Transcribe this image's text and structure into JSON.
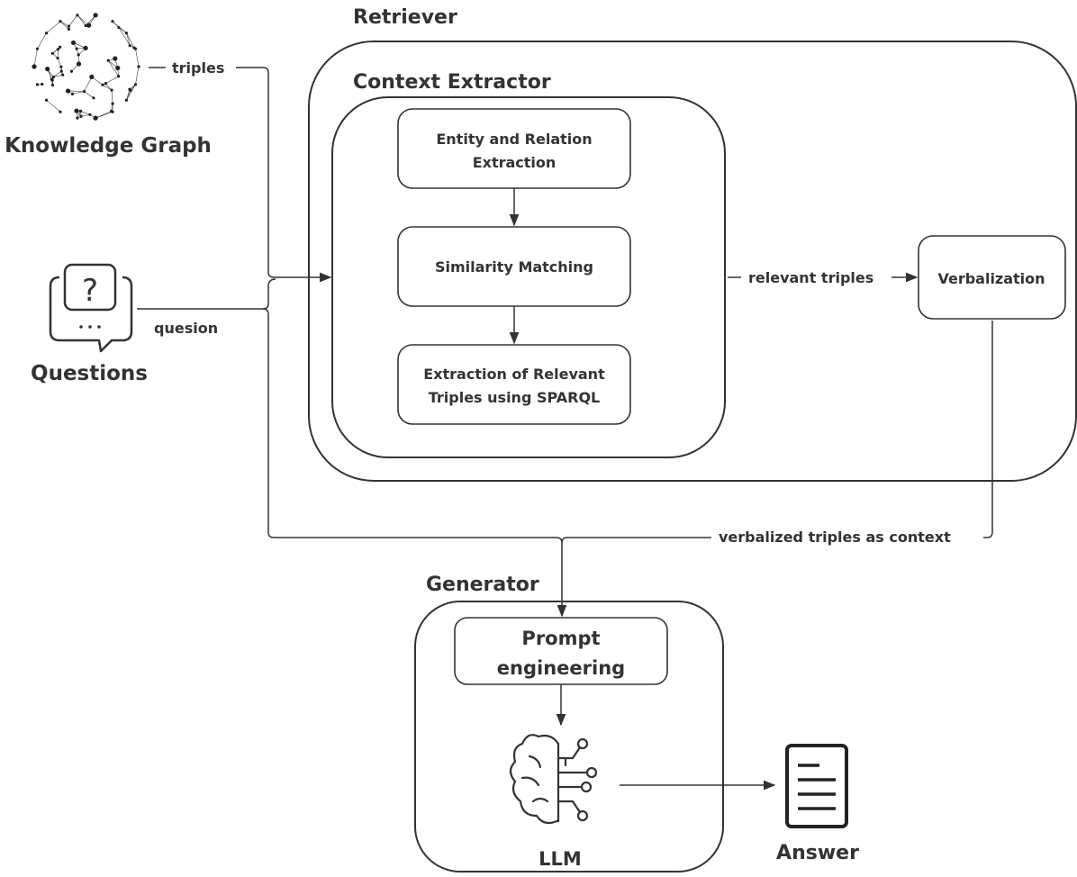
{
  "retriever": {
    "title": "Retriever"
  },
  "context_extractor": {
    "title": "Context Extractor",
    "step1_line1": "Entity and Relation",
    "step1_line2": "Extraction",
    "step2": "Similarity Matching",
    "step3_line1": "Extraction of Relevant",
    "step3_line2": "Triples using SPARQL"
  },
  "knowledge_graph": {
    "label": "Knowledge Graph",
    "icon": "knowledge-graph-icon"
  },
  "questions": {
    "label": "Questions",
    "icon": "question-chat-icon",
    "icon_glyph": "?"
  },
  "edges": {
    "triples": "triples",
    "question": "quesion",
    "relevant_triples": "relevant triples",
    "verbalized_context": "verbalized triples as context"
  },
  "verbalization": {
    "label": "Verbalization"
  },
  "generator": {
    "title": "Generator",
    "prompt_line1": "Prompt",
    "prompt_line2": "engineering",
    "llm_label": "LLM",
    "llm_icon": "brain-circuit-icon"
  },
  "answer": {
    "label": "Answer",
    "icon": "document-icon"
  },
  "colors": {
    "stroke": "#333333",
    "background": "#ffffff"
  }
}
